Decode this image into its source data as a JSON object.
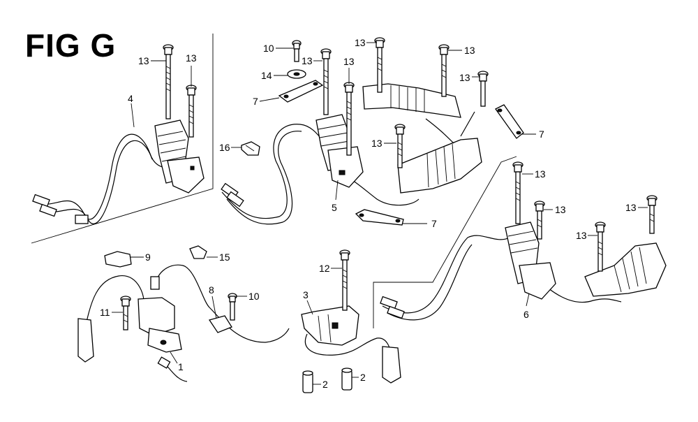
{
  "figure": {
    "title": "FIG G"
  },
  "callouts": [
    {
      "id": "c-13-a",
      "text": "13"
    },
    {
      "id": "c-13-b",
      "text": "13"
    },
    {
      "id": "c-4",
      "text": "4"
    },
    {
      "id": "c-10-top",
      "text": "10"
    },
    {
      "id": "c-14",
      "text": "14"
    },
    {
      "id": "c-7-a",
      "text": "7"
    },
    {
      "id": "c-13-c",
      "text": "13"
    },
    {
      "id": "c-13-d",
      "text": "13"
    },
    {
      "id": "c-16",
      "text": "16"
    },
    {
      "id": "c-13-e",
      "text": "13"
    },
    {
      "id": "c-13-f",
      "text": "13"
    },
    {
      "id": "c-13-g",
      "text": "13"
    },
    {
      "id": "c-13-h",
      "text": "13"
    },
    {
      "id": "c-7-b",
      "text": "7"
    },
    {
      "id": "c-5",
      "text": "5"
    },
    {
      "id": "c-7-c",
      "text": "7"
    },
    {
      "id": "c-13-i",
      "text": "13"
    },
    {
      "id": "c-13-j",
      "text": "13"
    },
    {
      "id": "c-13-k",
      "text": "13"
    },
    {
      "id": "c-13-l",
      "text": "13"
    },
    {
      "id": "c-6",
      "text": "6"
    },
    {
      "id": "c-9",
      "text": "9"
    },
    {
      "id": "c-15",
      "text": "15"
    },
    {
      "id": "c-11",
      "text": "11"
    },
    {
      "id": "c-8",
      "text": "8"
    },
    {
      "id": "c-10-bottom",
      "text": "10"
    },
    {
      "id": "c-1",
      "text": "1"
    },
    {
      "id": "c-12",
      "text": "12"
    },
    {
      "id": "c-3",
      "text": "3"
    },
    {
      "id": "c-2-a",
      "text": "2"
    },
    {
      "id": "c-2-b",
      "text": "2"
    }
  ]
}
